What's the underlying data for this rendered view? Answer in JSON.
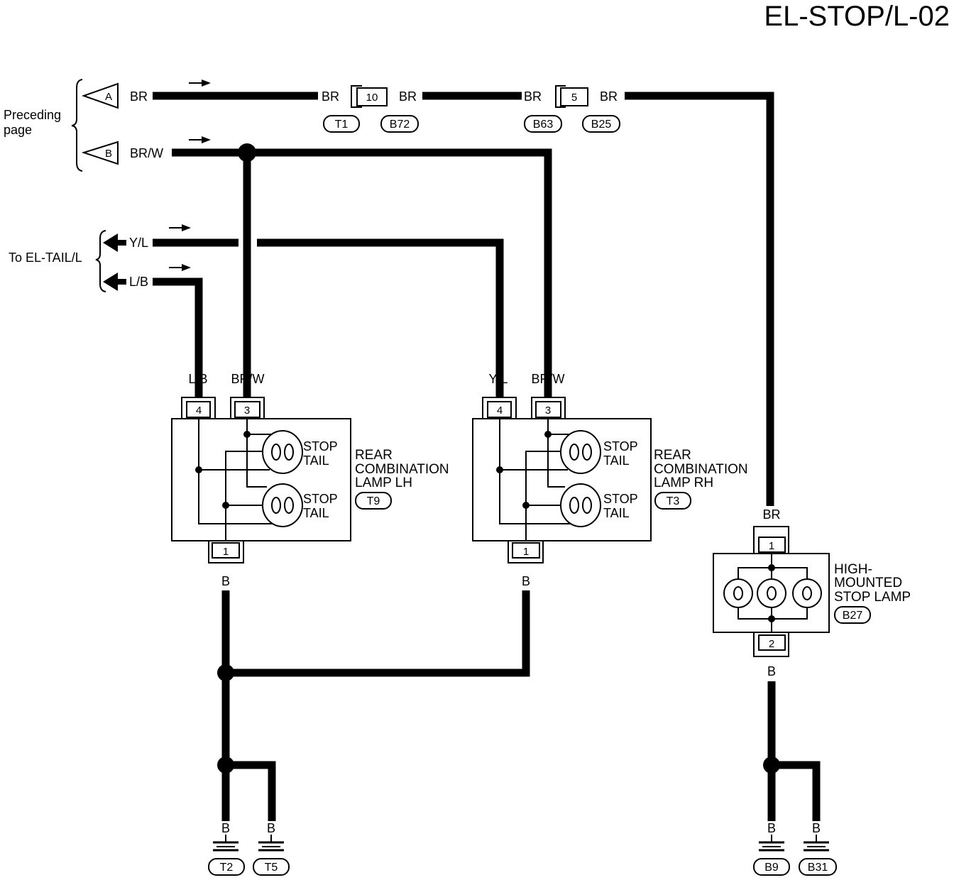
{
  "title": "EL-STOP/L-02",
  "preceding_page": [
    "Preceding",
    "page"
  ],
  "to_tail": "To EL-TAIL/L",
  "input_a": {
    "letter": "A",
    "wire": "BR"
  },
  "input_b": {
    "letter": "B",
    "wire": "BR/W"
  },
  "output_yl": {
    "wire": "Y/L"
  },
  "output_lb": {
    "wire": "L/B"
  },
  "br_harness": {
    "wire_labels": [
      "BR",
      "BR",
      "BR",
      "BR"
    ],
    "joints": [
      {
        "pin": "10",
        "left": "T1",
        "right": "B72"
      },
      {
        "pin": "5",
        "left": "B63",
        "right": "B25"
      }
    ]
  },
  "rear_lamp_lh": {
    "name": [
      "REAR",
      "COMBINATION",
      "LAMP LH"
    ],
    "connector_id": "T9",
    "pins": [
      {
        "pin": "4",
        "wire": "L/B"
      },
      {
        "pin": "3",
        "wire": "BR/W"
      },
      {
        "pin": "1",
        "wire": "B"
      }
    ],
    "bulbs": [
      {
        "line1": "STOP",
        "line2": "TAIL"
      },
      {
        "line1": "STOP",
        "line2": "TAIL"
      }
    ]
  },
  "rear_lamp_rh": {
    "name": [
      "REAR",
      "COMBINATION",
      "LAMP RH"
    ],
    "connector_id": "T3",
    "pins": [
      {
        "pin": "4",
        "wire": "Y/L"
      },
      {
        "pin": "3",
        "wire": "BR/W"
      },
      {
        "pin": "1",
        "wire": "B"
      }
    ],
    "bulbs": [
      {
        "line1": "STOP",
        "line2": "TAIL"
      },
      {
        "line1": "STOP",
        "line2": "TAIL"
      }
    ]
  },
  "high_mounted_stop_lamp": {
    "name": [
      "HIGH-",
      "MOUNTED",
      "STOP LAMP"
    ],
    "connector_id": "B27",
    "pins": [
      {
        "pin": "1",
        "wire": "BR"
      },
      {
        "pin": "2",
        "wire": "B"
      }
    ]
  },
  "grounds": [
    {
      "wire": "B",
      "id": "T2"
    },
    {
      "wire": "B",
      "id": "T5"
    },
    {
      "wire": "B",
      "id": "B9"
    },
    {
      "wire": "B",
      "id": "B31"
    }
  ],
  "colors": {
    "wire": "#000000",
    "background": "#ffffff"
  }
}
